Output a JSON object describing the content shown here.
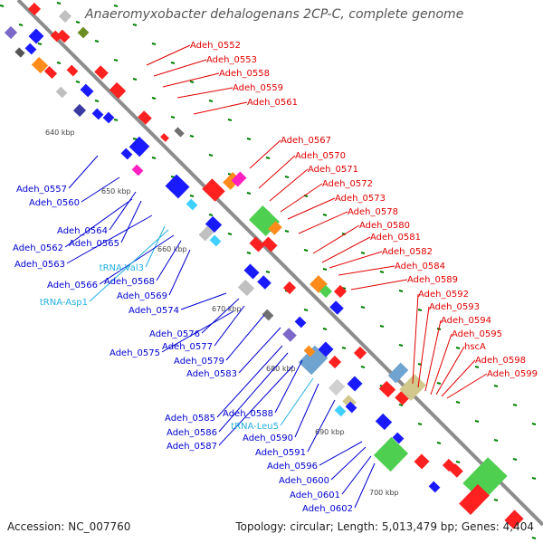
{
  "title": "Anaeromyxobacter dehalogenans 2CP-C, complete genome",
  "footer": {
    "accession": "Accession: NC_007760",
    "summary": "Topology: circular; Length: 5,013,479 bp; Genes: 4,404"
  },
  "colors": {
    "backbone": "#8c8c8c",
    "forward_label": "#e00000",
    "reverse_label": "#0000d0",
    "trna_label": "#22b0e0",
    "tick_dot": "#008000"
  },
  "ticks": [
    "640 kbp",
    "650 kbp",
    "660 kbp",
    "670 kbp",
    "680 kbp",
    "690 kbp",
    "700 kbp"
  ],
  "forward_labels": [
    "Adeh_0552",
    "Adeh_0553",
    "Adeh_0558",
    "Adeh_0559",
    "Adeh_0561",
    "Adeh_0567",
    "Adeh_0570",
    "Adeh_0571",
    "Adeh_0572",
    "Adeh_0573",
    "Adeh_0578",
    "Adeh_0580",
    "Adeh_0581",
    "Adeh_0582",
    "Adeh_0584",
    "Adeh_0589",
    "Adeh_0592",
    "Adeh_0593",
    "Adeh_0594",
    "Adeh_0595",
    "hscA",
    "Adeh_0598",
    "Adeh_0599"
  ],
  "reverse_labels": [
    "Adeh_0557",
    "Adeh_0560",
    "Adeh_0564",
    "Adeh_0562",
    "Adeh_0565",
    "Adeh_0563",
    "tRNA-Val3",
    "Adeh_0566",
    "Adeh_0568",
    "tRNA-Asp1",
    "Adeh_0569",
    "Adeh_0574",
    "Adeh_0576",
    "Adeh_0577",
    "Adeh_0575",
    "Adeh_0579",
    "Adeh_0583",
    "Adeh_0585",
    "Adeh_0588",
    "tRNA-Leu5",
    "Adeh_0586",
    "Adeh_0590",
    "Adeh_0587",
    "Adeh_0591",
    "Adeh_0596",
    "Adeh_0600",
    "Adeh_0601",
    "Adeh_0602"
  ],
  "trna_names": [
    "tRNA-Val3",
    "tRNA-Asp1",
    "tRNA-Leu5"
  ]
}
